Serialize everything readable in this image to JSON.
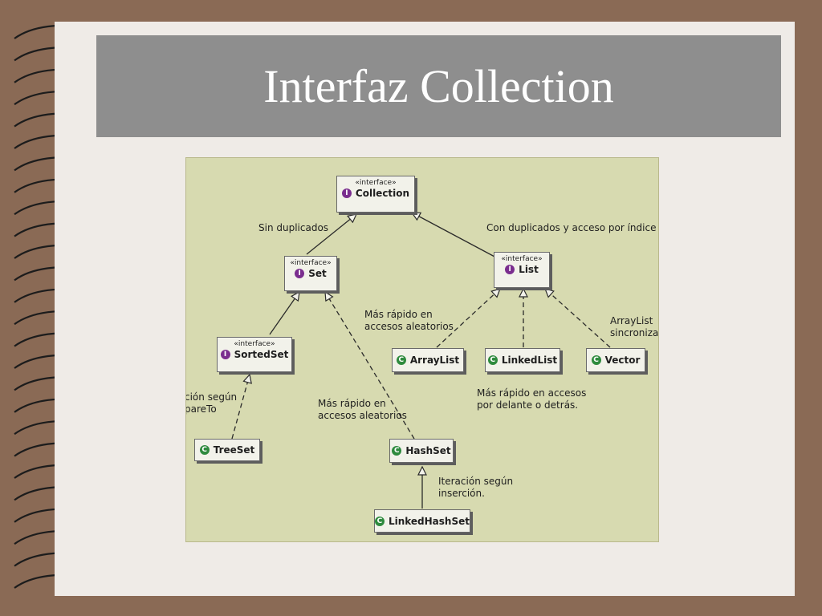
{
  "slide": {
    "title": "Interfaz Collection"
  },
  "diagram": {
    "stereotype": "«interface»",
    "interface_badge": "I",
    "class_badge": "C",
    "nodes": {
      "collection": "Collection",
      "set": "Set",
      "list": "List",
      "sortedset": "SortedSet",
      "arraylist": "ArrayList",
      "linkedlist": "LinkedList",
      "vector": "Vector",
      "treeset": "TreeSet",
      "hashset": "HashSet",
      "linkedhashset": "LinkedHashSet"
    },
    "notes": {
      "sin_duplicados": "Sin duplicados",
      "con_duplicados": "Con duplicados y acceso por índice",
      "mas_rapido_arraylist_1": "Más rápido en",
      "mas_rapido_arraylist_2": "accesos aleatorios",
      "arraylist_sync_1": "ArrayList",
      "arraylist_sync_2": "sincronizad",
      "iteracion_compare_1": "ción según",
      "iteracion_compare_2": "pareTo",
      "mas_rapido_hashset_1": "Más rápido en",
      "mas_rapido_hashset_2": "accesos aleatorios",
      "mas_rapido_linked_1": "Más rápido en accesos",
      "mas_rapido_linked_2": "por delante o detrás.",
      "iteracion_insercion_1": "Iteración según",
      "iteracion_insercion_2": "inserción."
    }
  },
  "colors": {
    "frame": "#8a6a55",
    "page": "#efebe7",
    "title_bar": "#8e8e8e",
    "diagram_bg": "#d7dab0",
    "interface_badge": "#7a2d8e",
    "class_badge": "#2e8a3e"
  }
}
